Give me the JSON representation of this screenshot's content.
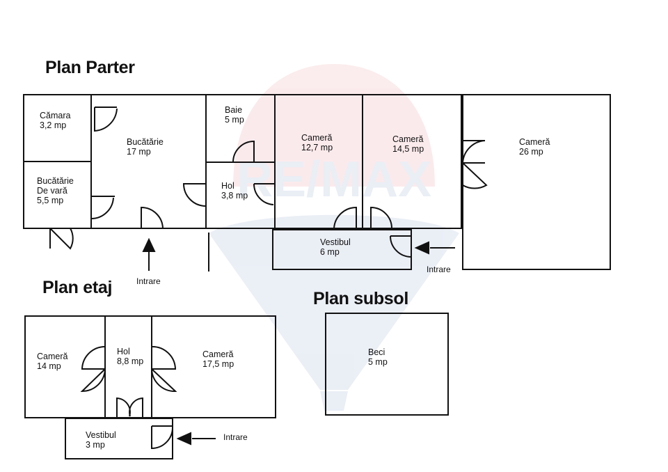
{
  "watermark": {
    "brand": "RE/MAX",
    "colors": {
      "red": "#d7283a",
      "blue": "#1f4e9c"
    }
  },
  "headings": {
    "parter": "Plan Parter",
    "etaj": "Plan etaj",
    "subsol": "Plan subsol"
  },
  "parter": {
    "camara": {
      "name": "Cămara",
      "area": "3,2 mp"
    },
    "bucatarie": {
      "name": "Bucătărie",
      "area": "17 mp"
    },
    "bucatarie_vara": {
      "name": "Bucătărie",
      "name2": "De vară",
      "area": "5,5 mp"
    },
    "baie": {
      "name": "Baie",
      "area": "5 mp"
    },
    "hol": {
      "name": "Hol",
      "area": "3,8 mp"
    },
    "camera1": {
      "name": "Cameră",
      "area": "12,7 mp"
    },
    "camera2": {
      "name": "Cameră",
      "area": "14,5 mp"
    },
    "camera3": {
      "name": "Cameră",
      "area": "26 mp"
    },
    "vestibul": {
      "name": "Vestibul",
      "area": "6 mp"
    },
    "intrare1": "Intrare",
    "intrare2": "Intrare"
  },
  "etaj": {
    "camera1": {
      "name": "Cameră",
      "area": "14 mp"
    },
    "hol": {
      "name": "Hol",
      "area": "8,8 mp"
    },
    "camera2": {
      "name": "Cameră",
      "area": "17,5 mp"
    },
    "vestibul": {
      "name": "Vestibul",
      "area": "3 mp"
    },
    "intrare": "Intrare"
  },
  "subsol": {
    "beci": {
      "name": "Beci",
      "area": "5 mp"
    }
  }
}
